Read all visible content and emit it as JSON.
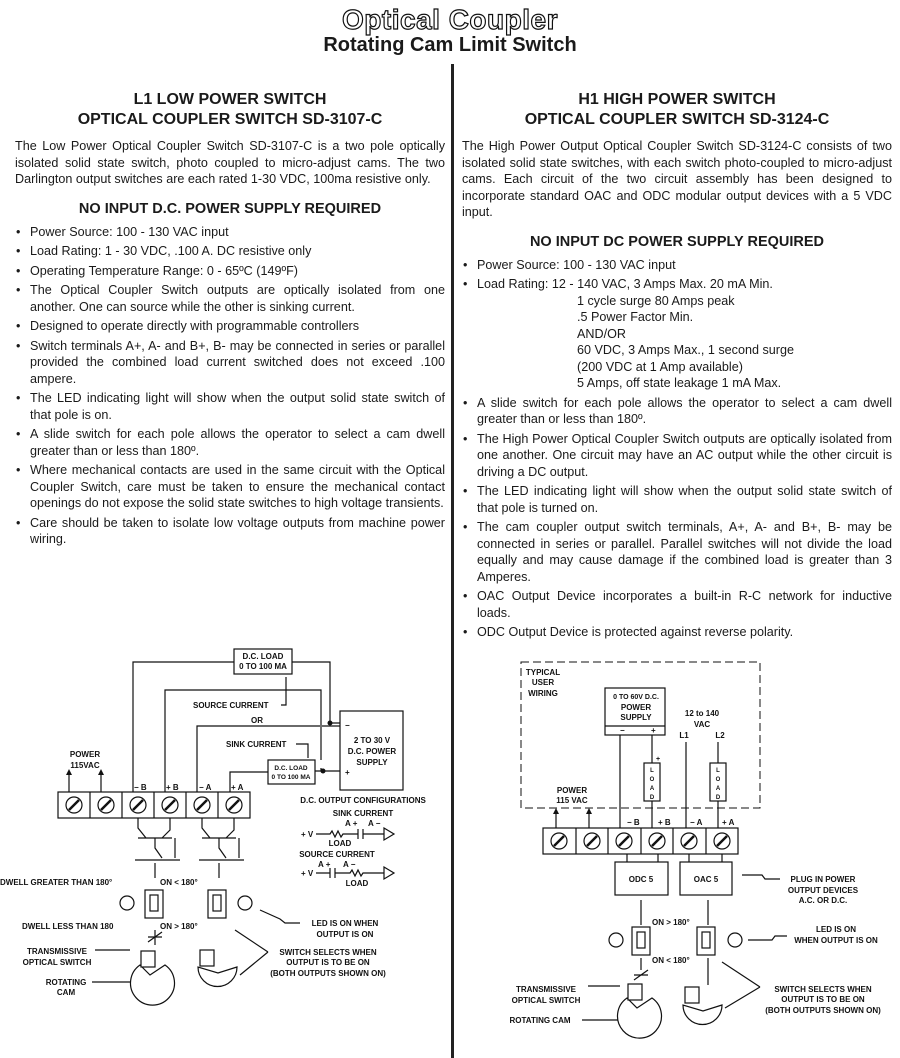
{
  "header": {
    "title": "Optical Coupler",
    "subtitle": "Rotating Cam Limit Switch"
  },
  "left": {
    "heading1": "L1 LOW POWER SWITCH",
    "heading2": "OPTICAL COUPLER SWITCH SD-3107-C",
    "intro": "The Low Power Optical Coupler Switch SD-3107-C is a two pole optically isolated solid state switch, photo coupled to micro-adjust cams.  The two Darlington output switches are each rated 1-30 VDC, 100ma resistive only.",
    "subheading": "NO INPUT D.C. POWER SUPPLY REQUIRED",
    "bullets": [
      "Power Source:  100 - 130 VAC input",
      "Load Rating:  1 - 30 VDC, .100 A. DC resistive only",
      "Operating Temperature Range:  0 - 65ºC (149ºF)",
      "The Optical Coupler Switch outputs are optically isolated from one another.  One can source while the other is sinking current.",
      "Designed to operate directly with programmable controllers",
      "Switch terminals A+, A- and B+, B- may be connected in series or parallel provided the combined load current switched does not exceed .100 ampere.",
      "The LED indicating light will show when the output solid state switch of that pole is on.",
      "A slide switch for each pole allows the operator to select a cam dwell greater than or less than 180º.",
      "Where mechanical contacts are used in the same circuit with the Optical Coupler Switch, care must be taken to ensure the mechanical contact openings do not expose the solid state switches to high voltage transients.",
      "Care should be taken to isolate low voltage outputs from machine power wiring."
    ],
    "diagram": {
      "dc_load_top": [
        "D.C. LOAD",
        "0 TO 100 MA"
      ],
      "source_current": "SOURCE CURRENT",
      "or": "OR",
      "sink_current": "SINK CURRENT",
      "dc_load_small": [
        "D.C. LOAD",
        "0 TO 100 MA"
      ],
      "power_supply": [
        "2 TO 30 V",
        "D.C. POWER",
        "SUPPLY"
      ],
      "ps_minus": "−",
      "ps_plus": "+",
      "power": [
        "POWER",
        "115VAC"
      ],
      "terminals": [
        "− B",
        "+ B",
        "− A",
        "+ A"
      ],
      "config_title": "D.C. OUTPUT CONFIGURATIONS",
      "sink_label": "SINK CURRENT",
      "source_label": "SOURCE CURRENT",
      "a_plus": "A +",
      "a_minus": "A −",
      "plus_v": "+ V",
      "load": "LOAD",
      "dwell_greater": "DWELL GREATER THAN 180°",
      "dwell_less": "DWELL LESS THAN 180",
      "on_lt": "ON < 180°",
      "on_gt": "ON > 180°",
      "led_note": [
        "LED IS ON WHEN",
        "OUTPUT IS ON"
      ],
      "optical_switch": [
        "TRANSMISSIVE",
        "OPTICAL SWITCH"
      ],
      "rotating_cam": [
        "ROTATING",
        "CAM"
      ],
      "switch_selects": [
        "SWITCH SELECTS WHEN",
        "OUTPUT IS TO BE ON",
        "(BOTH OUTPUTS SHOWN ON)"
      ]
    }
  },
  "right": {
    "heading1": "H1 HIGH POWER SWITCH",
    "heading2": "OPTICAL COUPLER SWITCH SD-3124-C",
    "intro": "The High Power Output Optical Coupler Switch SD-3124-C consists of two isolated solid state switches, with each switch photo-coupled to micro-adjust cams.  Each circuit of the two circuit assembly has been designed to incorporate standard OAC and ODC modular output devices with a 5 VDC input.",
    "subheading": "NO INPUT DC POWER SUPPLY REQUIRED",
    "bullet_power": "Power Source:  100 - 130 VAC input",
    "bullet_load": "Load Rating:  12 - 140 VAC, 3 Amps Max.  20 mA Min.",
    "load_sublines": [
      "1 cycle surge 80 Amps peak",
      ".5 Power Factor Min.",
      "AND/OR",
      "60 VDC, 3 Amps Max., 1 second surge",
      "(200 VDC at 1 Amp available)",
      "5 Amps, off state leakage 1 mA Max."
    ],
    "bullets": [
      "A slide switch for each pole allows the operator to select a cam dwell greater than or less than 180º.",
      "The High Power Optical Coupler Switch outputs are optically isolated from one another.  One circuit may have an AC output while the other circuit is driving a DC output.",
      "The LED indicating light will show when the output solid state switch of that pole is turned on.",
      "The cam coupler output switch terminals, A+, A- and B+, B- may be connected in series or parallel.  Parallel switches will not divide the load equally and may cause damage if the combined load is greater than 3 Amperes.",
      "OAC Output Device incorporates a built-in R-C network for inductive loads.",
      "ODC Output Device is protected against reverse polarity."
    ],
    "diagram": {
      "typical": [
        "TYPICAL",
        "USER",
        "WIRING"
      ],
      "power_supply": [
        "0 TO 60V D.C.",
        "POWER",
        "SUPPLY"
      ],
      "ps_minus": "−",
      "ps_plus": "+",
      "vac": [
        "12 to 140",
        "VAC"
      ],
      "l1": "L1",
      "l2": "L2",
      "load_letters": [
        "L",
        "O",
        "A",
        "D"
      ],
      "load_plus": "+",
      "power": [
        "POWER",
        "115 VAC"
      ],
      "terminals": [
        "− B",
        "+ B",
        "− A",
        "+ A"
      ],
      "odc": "ODC 5",
      "oac": "OAC 5",
      "plug_in": [
        "PLUG IN POWER",
        "OUTPUT DEVICES",
        "A.C. OR D.C."
      ],
      "on_gt": "ON > 180°",
      "on_lt": "ON < 180°",
      "led_note": [
        "LED IS ON",
        "WHEN OUTPUT IS ON"
      ],
      "optical_switch": [
        "TRANSMISSIVE",
        "OPTICAL SWITCH"
      ],
      "rotating_cam": "ROTATING CAM",
      "switch_selects": [
        "SWITCH SELECTS WHEN",
        "OUTPUT IS TO BE ON",
        "(BOTH OUTPUTS SHOWN ON)"
      ]
    }
  }
}
